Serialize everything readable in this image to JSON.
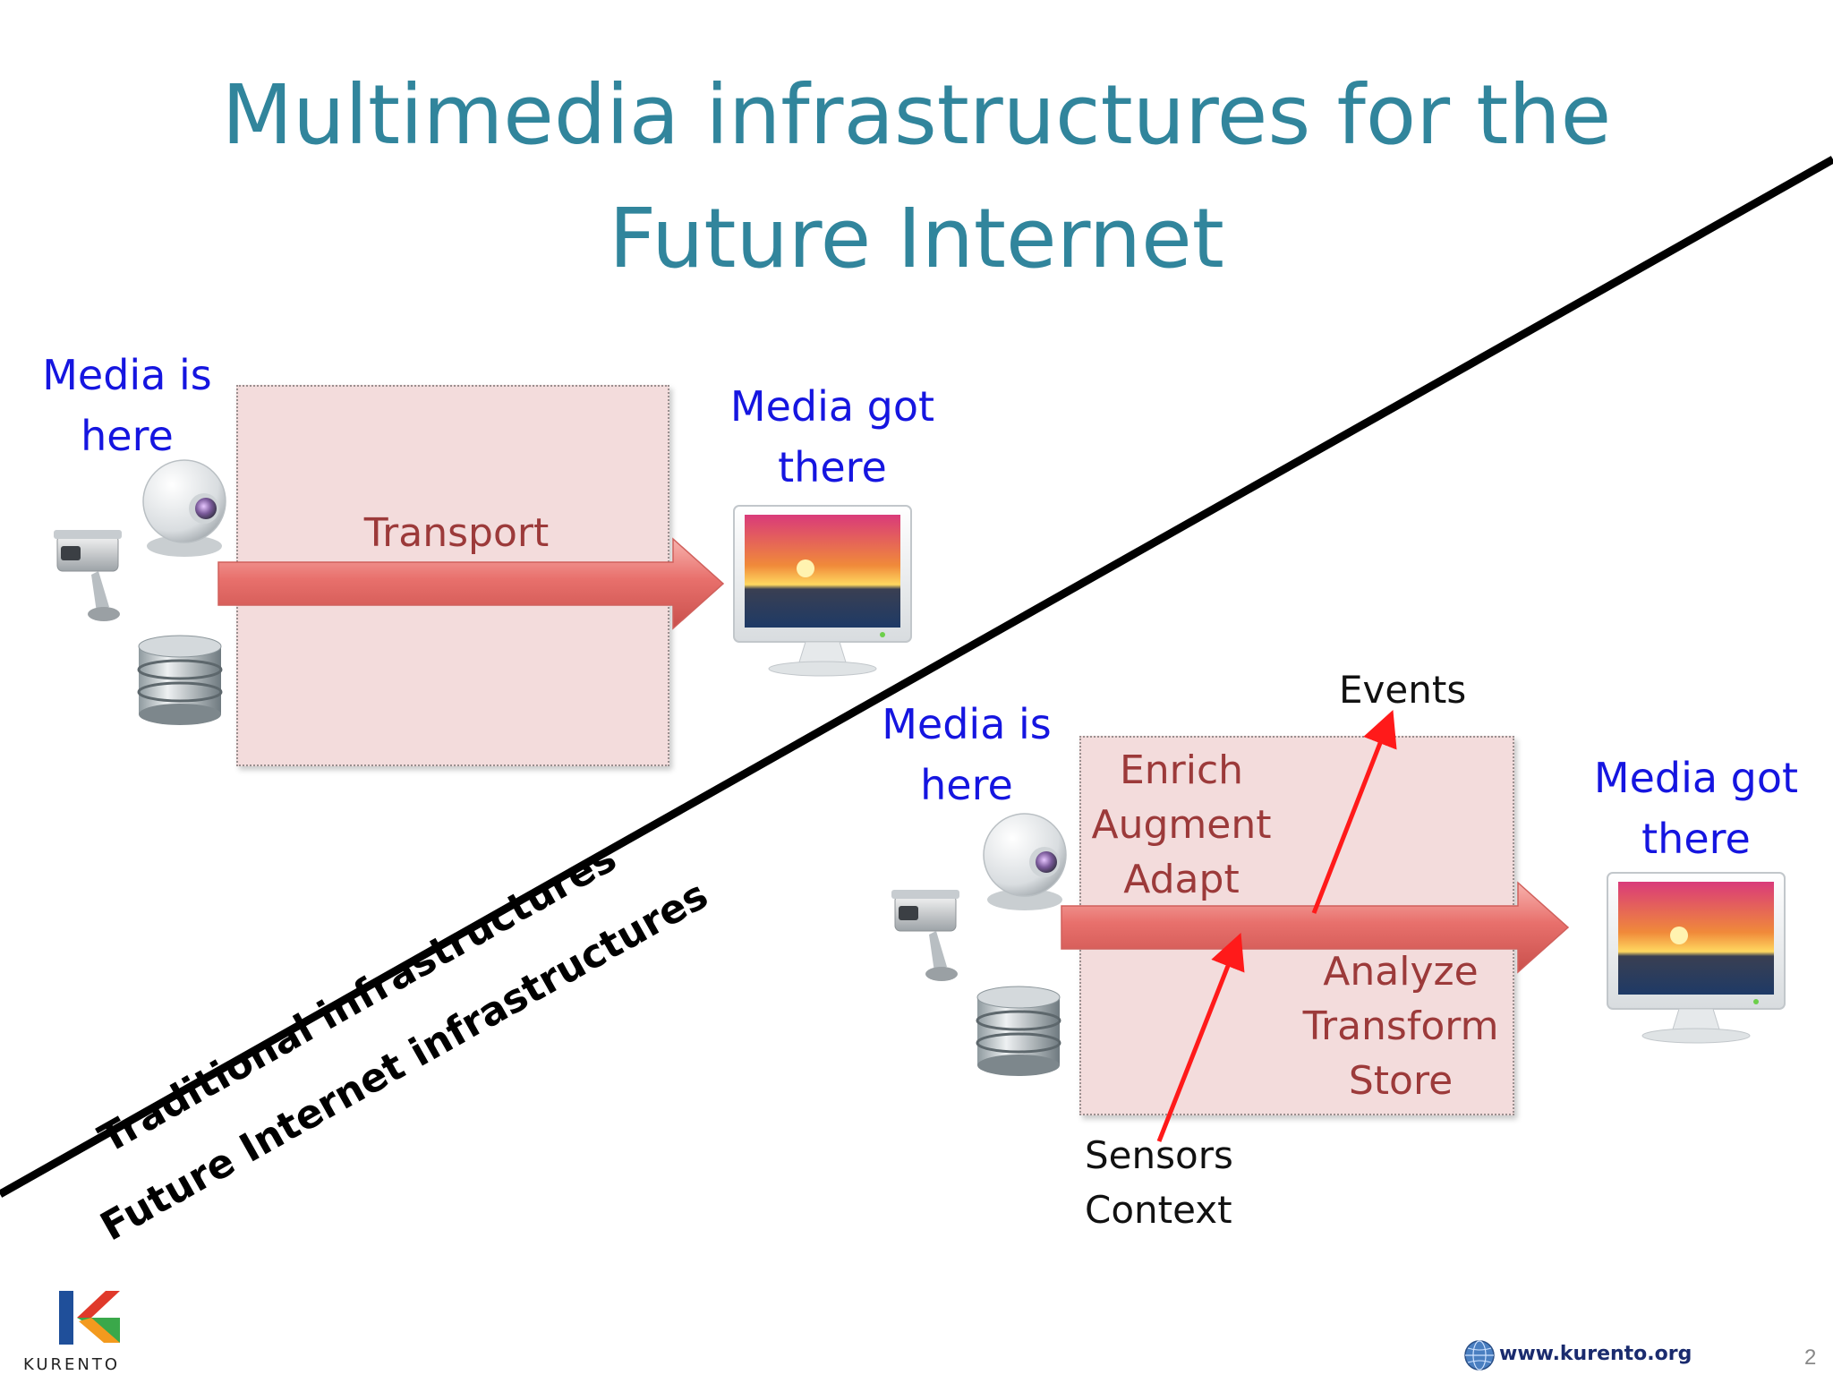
{
  "title": {
    "line1": "Multimedia infrastructures for the",
    "line2": "Future Internet"
  },
  "traditional": {
    "source_label": [
      "Media is",
      "here"
    ],
    "process_label": "Transport",
    "destination_label": [
      "Media got",
      "there"
    ]
  },
  "future": {
    "source_label": [
      "Media is",
      "here"
    ],
    "process_top": [
      "Enrich",
      "Augment",
      "Adapt"
    ],
    "process_bottom": [
      "Analyze",
      "Transform",
      "Store"
    ],
    "events_label": "Events",
    "sensors_label": [
      "Sensors",
      "Context"
    ],
    "destination_label": [
      "Media got",
      "there"
    ]
  },
  "divider": {
    "upper_label": "Traditional infrastructures",
    "lower_label": "Future Internet infrastructures"
  },
  "footer": {
    "logo_text": "KURENTO",
    "url": "www.kurento.org",
    "page_number": "2"
  },
  "colors": {
    "title": "#31859c",
    "media_label": "#1515e0",
    "process_text": "#9c3a3a",
    "box_fill": "#f3dcdc",
    "pipe": "#e8706c",
    "red_arrow": "#ff1a1a",
    "divider_line": "#000000"
  },
  "icons": [
    "webcam-icon",
    "security-camera-icon",
    "database-icon",
    "monitor-icon",
    "globe-icon"
  ]
}
